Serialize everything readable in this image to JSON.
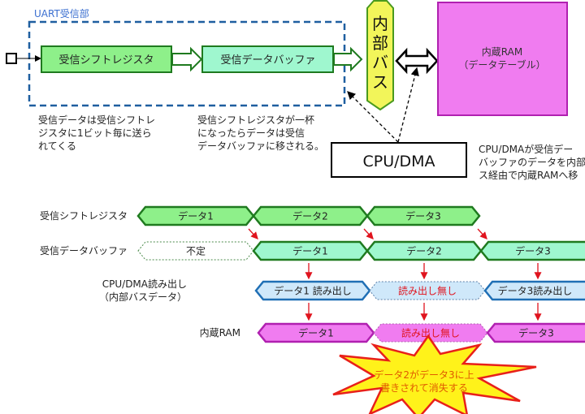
{
  "block_diagram": {
    "uart_label": "UART受信部",
    "shift_register": "受信シフトレジスタ",
    "data_buffer": "受信データバッファ",
    "internal_bus": [
      "内",
      "部",
      "バ",
      "ス"
    ],
    "ram_line1": "内蔵RAM",
    "ram_line2": "（データテーブル）",
    "cpu_dma": "CPU/DMA",
    "note_shift": [
      "受信データは受信シフトレ",
      "ジスタに1ビット毎に送ら",
      "れてくる"
    ],
    "note_buffer": [
      "受信シフトレジスタが一杯",
      "になったらデータは受信",
      "データバッファに移される。"
    ],
    "note_cpu": [
      "CPU/DMAが受信デー",
      "バッファのデータを内部",
      "ス経由で内蔵RAMへ移"
    ]
  },
  "timing": {
    "rows": [
      {
        "label": [
          "受信シフトレジスタ"
        ],
        "cells": [
          "データ1",
          "データ2",
          "データ3"
        ]
      },
      {
        "label": [
          "受信データバッファ"
        ],
        "cells": [
          "不定",
          "データ1",
          "データ2",
          "データ3"
        ]
      },
      {
        "label": [
          "CPU/DMA読み出し",
          "（内部バスデータ）"
        ],
        "cells": [
          "データ1 読み出し",
          "読み出し無し",
          "データ3読み出し"
        ]
      },
      {
        "label": [
          "内蔵RAM"
        ],
        "cells": [
          "データ1",
          "読み出し無し",
          "データ3"
        ]
      }
    ],
    "callout": [
      "データ2がデータ3に上",
      "書きされて消失する"
    ]
  },
  "colors": {
    "green_fill": "#8ef08a",
    "green_stroke": "#1f7a1f",
    "mint_fill": "#9ff7cf",
    "bus_fill": "#f2f55a",
    "bus_stroke": "#4a9a1e",
    "ram_fill": "#f07cf0",
    "ram_stroke": "#b020b0",
    "blue_fill": "#cfe8fa",
    "blue_stroke": "#1f6fb5",
    "dashed_blue": "#1f5fa0",
    "red_arrow": "#e0141e",
    "red_text": "#e0141e",
    "burst_fill": "#fff21a",
    "burst_stroke": "#e8201a",
    "burst_text": "#e05a00"
  }
}
